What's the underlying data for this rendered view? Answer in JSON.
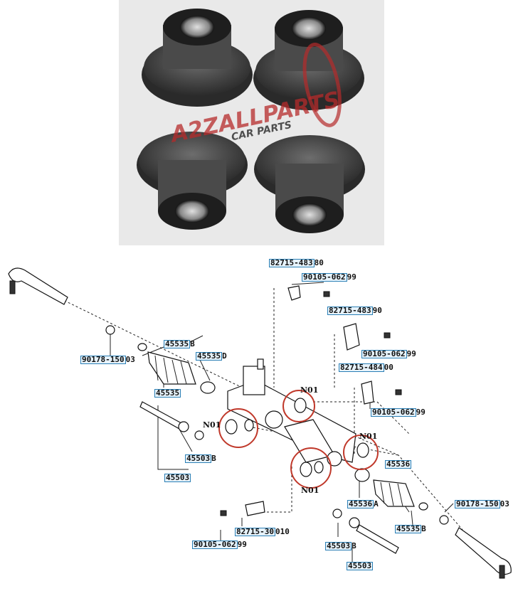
{
  "photo": {
    "watermark": "A2ZALLPARTS",
    "watermark_sub": "CAR PARTS",
    "watermark_color": "#b52b2b"
  },
  "labels": [
    {
      "code_box": "82715-483",
      "code_rest": "80"
    },
    {
      "code_box": "90105-062",
      "code_rest": "99"
    },
    {
      "code_box": "82715-483",
      "code_rest": "90"
    },
    {
      "code_box": "90105-062",
      "code_rest": "99"
    },
    {
      "code_box": "82715-484",
      "code_rest": "00"
    },
    {
      "code_box": "90105-062",
      "code_rest": "99"
    },
    {
      "code_box": "90178-150",
      "code_rest": "03"
    },
    {
      "code_box": "45535",
      "code_rest": "B"
    },
    {
      "code_box": "45535",
      "code_rest": "D"
    },
    {
      "code_box": "45535",
      "code_rest": ""
    },
    {
      "code_box": "45503",
      "code_rest": "B"
    },
    {
      "code_box": "45503",
      "code_rest": ""
    },
    {
      "code_box": "45536",
      "code_rest": ""
    },
    {
      "code_box": "45536",
      "code_rest": "A"
    },
    {
      "code_box": "90178-150",
      "code_rest": "03"
    },
    {
      "code_box": "45535",
      "code_rest": "B"
    },
    {
      "code_box": "82715-30",
      "code_rest": "010"
    },
    {
      "code_box": "90105-062",
      "code_rest": "99"
    },
    {
      "code_box": "45503",
      "code_rest": "B"
    },
    {
      "code_box": "45503",
      "code_rest": ""
    }
  ],
  "callouts": [
    "N01",
    "N01",
    "N01",
    "N01"
  ],
  "highlight_color": "#c0392b",
  "label_box_color": "#2b7fb5"
}
